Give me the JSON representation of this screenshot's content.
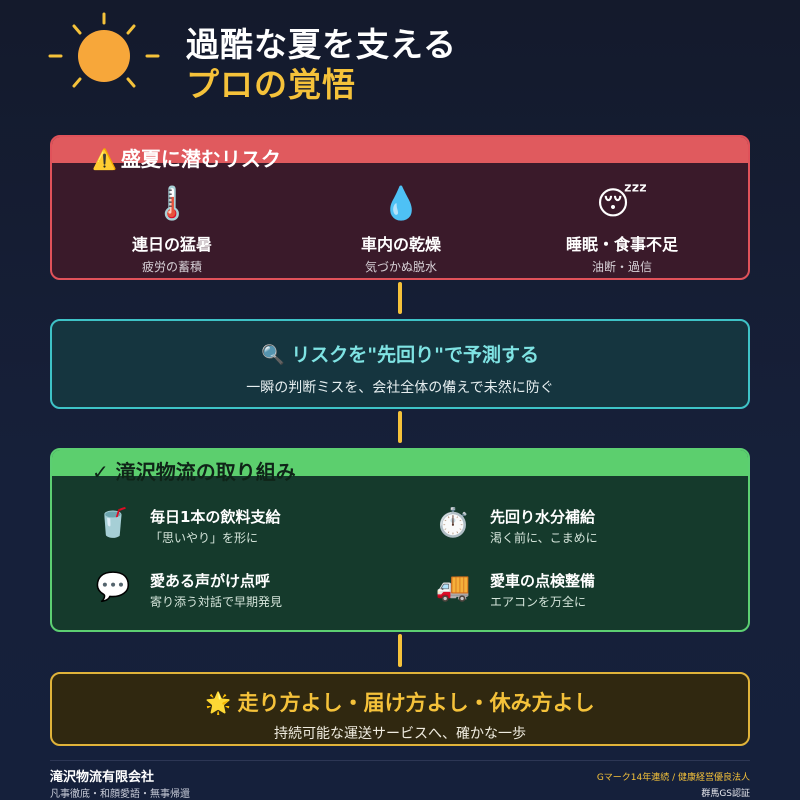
{
  "header": {
    "title_line1": "過酷な夏を支える",
    "title_line2": "プロの覚悟",
    "sun_icon": "sun-icon"
  },
  "risk": {
    "heading": "盛夏に潜むリスク",
    "heading_icon": "⚠️",
    "items": [
      {
        "icon": "🌡️",
        "icon_name": "thermometer-icon",
        "title": "連日の猛暑",
        "sub": "疲労の蓄積"
      },
      {
        "icon": "💧",
        "icon_name": "water-drop-icon",
        "title": "車内の乾燥",
        "sub": "気づかぬ脱水"
      },
      {
        "icon": "😴",
        "icon_name": "sleepy-face-icon",
        "title": "睡眠・食事不足",
        "sub": "油断・過信"
      }
    ]
  },
  "predict": {
    "icon": "🔍",
    "heading": "リスクを\"先回り\"で予測する",
    "sub": "一瞬の判断ミスを、会社全体の備えで未然に防ぐ"
  },
  "efforts": {
    "heading": "✓ 滝沢物流の取り組み",
    "items": [
      {
        "icon": "🥤",
        "icon_name": "drink-cup-icon",
        "title": "毎日1本の飲料支給",
        "sub": "「思いやり」を形に"
      },
      {
        "icon": "⏱️",
        "icon_name": "stopwatch-icon",
        "title": "先回り水分補給",
        "sub": "渇く前に、こまめに"
      },
      {
        "icon": "💬",
        "icon_name": "speech-bubble-icon",
        "title": "愛ある声がけ点呼",
        "sub": "寄り添う対話で早期発見"
      },
      {
        "icon": "🚚",
        "icon_name": "truck-icon",
        "title": "愛車の点検整備",
        "sub": "エアコンを万全に"
      }
    ]
  },
  "slogan": {
    "icon": "🌟",
    "heading": "走り方よし・届け方よし・休み方よし",
    "sub": "持続可能な運送サービスへ、確かな一歩"
  },
  "footer": {
    "company": "滝沢物流有限会社",
    "motto": "凡事徹底・和顔愛語・無事帰還",
    "cert1": "Gマーク14年連続 / 健康経営優良法人",
    "cert2": "群馬GS認証"
  },
  "colors": {
    "accent_yellow": "#f5c23a",
    "risk_red": "#e05a5e",
    "predict_teal": "#3ec3c7",
    "efforts_green": "#5ccf6e"
  }
}
